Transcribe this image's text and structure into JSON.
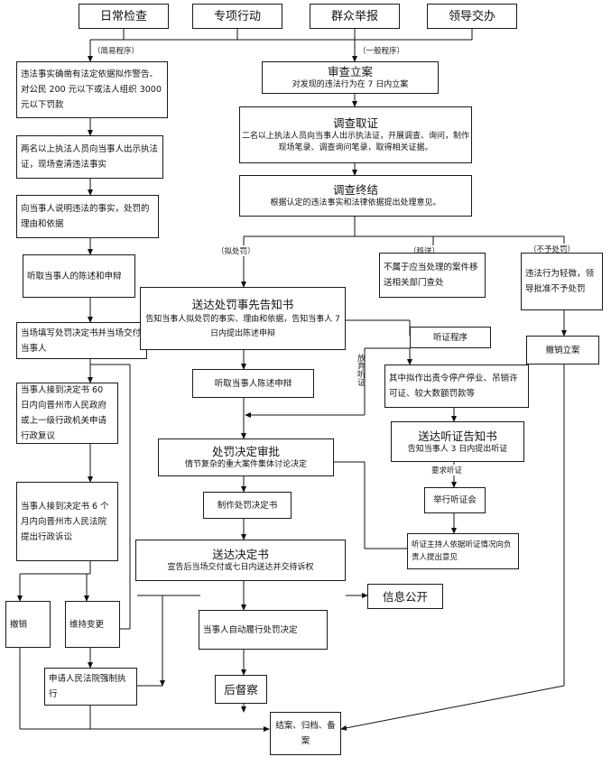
{
  "sources": [
    "日常检查",
    "专项行动",
    "群众举报",
    "领导交办"
  ],
  "labels": {
    "simple_procedure": "（简易程序）",
    "general_procedure": "（一般程序）",
    "propose_penalty": "（拟处罚）",
    "transfer": "（移送）",
    "no_penalty": "（不予处罚）",
    "give_up": "放弃听证",
    "request_hearing": "要求听证"
  },
  "simple": {
    "s1": "违法事实确凿有法定依据拟作警告、对公民 200 元以下或法人组织 3000 元以下罚款",
    "s2": "两名以上执法人员向当事人出示执法证，现场查清违法事实",
    "s3": "向当事人说明违法的事实，处罚的理由和依据",
    "s4": "听取当事人的陈述和申辩",
    "s5": "当场填写处罚决定书并当场交付当事人",
    "s6": "当事人接到决定书 60 日内向晋州市人民政府或上一级行政机关申请行政复议",
    "s7": "当事人接到决定书 6 个月内向晋州市人民法院提出行政诉讼",
    "revoke": "撤销",
    "maintain": "维持变更",
    "enforce": "申请人民法院强制执行"
  },
  "general": {
    "register_title": "审查立案",
    "register_sub": "对发现的违法行为在 7 日内立案",
    "investigate_title": "调查取证",
    "investigate_sub": "二名以上执法人员向当事人出示执法证，开展调查、询问，制作现场笔录、调查询问笔录，取得相关证据。",
    "conclude_title": "调查终结",
    "conclude_sub": "根据认定的违法事实和法律依据提出处理意见。",
    "notice_title": "送达处罚事先告知书",
    "notice_sub": "告知当事人拟处罚的事实、理由和依据，告知当事人 7 日内提出陈述申辩",
    "hear_statement": "听取当事人陈述申辩",
    "approve_title": "处罚决定审批",
    "approve_sub": "情节复杂的重大案件集体讨论决定",
    "make_decision": "制作处罚决定书",
    "deliver_title": "送达决定书",
    "deliver_sub": "宣告后当场交付或七日内送达并交待诉权",
    "disclose": "信息公开",
    "self_perform": "当事人自动履行处罚决定",
    "supervise": "后督察",
    "close": "结案、归档、备案"
  },
  "transfer_box": "不属于应当处理的案件移送相关部门查处",
  "no_penalty_box": "违法行为轻微，领导批准不予处罚",
  "revoke_case": "撤销立案",
  "hearing": {
    "procedure": "听证程序",
    "scope": "其中拟作出责令停产停业、吊销许可证、较大数额罚款等",
    "notice_title": "送达听证告知书",
    "notice_sub": "告知当事人 3 日内提出听证",
    "hold": "举行听证会",
    "report": "听证主持人依据听证情况向负责人提出意见"
  }
}
